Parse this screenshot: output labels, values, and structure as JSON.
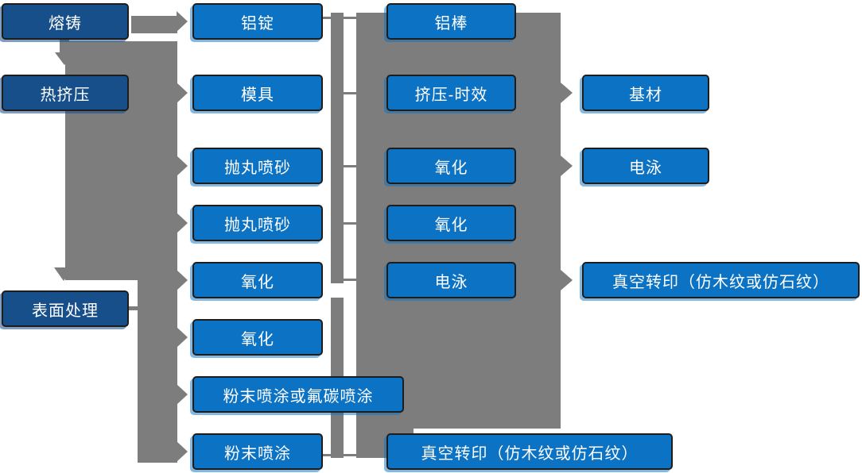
{
  "diagram_title": "",
  "colors": {
    "stage_box": "#174f8a",
    "process_box": "#0c72c4",
    "connector_gray": "#7d7d7d",
    "box_border": "#1d1d1d",
    "box_text": "#ffffff",
    "background": "#ffffff"
  },
  "nodes": [
    {
      "id": "melt",
      "label": "熔铸",
      "variant": "dark",
      "column": 1
    },
    {
      "id": "hot_ext",
      "label": "热挤压",
      "variant": "dark",
      "column": 1
    },
    {
      "id": "surface",
      "label": "表面处理",
      "variant": "dark",
      "column": 1
    },
    {
      "id": "ingot",
      "label": "铝锭",
      "variant": "light",
      "column": 2
    },
    {
      "id": "mold",
      "label": "模具",
      "variant": "light",
      "column": 2
    },
    {
      "id": "blast1",
      "label": "抛丸喷砂",
      "variant": "light",
      "column": 2
    },
    {
      "id": "blast2",
      "label": "抛丸喷砂",
      "variant": "light",
      "column": 2
    },
    {
      "id": "oxid1",
      "label": "氧化",
      "variant": "light",
      "column": 2
    },
    {
      "id": "oxid2",
      "label": "氧化",
      "variant": "light",
      "column": 2
    },
    {
      "id": "powder_fluoro",
      "label": "粉末喷涂或氟碳喷涂",
      "variant": "light",
      "column": 2
    },
    {
      "id": "powder",
      "label": "粉末喷涂",
      "variant": "light",
      "column": 2
    },
    {
      "id": "rod",
      "label": "铝棒",
      "variant": "light",
      "column": 3
    },
    {
      "id": "ext_aging",
      "label": "挤压-时效",
      "variant": "light",
      "column": 3
    },
    {
      "id": "oxid3",
      "label": "氧化",
      "variant": "light",
      "column": 3
    },
    {
      "id": "oxid4",
      "label": "氧化",
      "variant": "light",
      "column": 3
    },
    {
      "id": "edp1",
      "label": "电泳",
      "variant": "light",
      "column": 3
    },
    {
      "id": "vac_print_bottom",
      "label": "真空转印（仿木纹或仿石纹）",
      "variant": "light",
      "column": 3
    },
    {
      "id": "base",
      "label": "基材",
      "variant": "light",
      "column": 4
    },
    {
      "id": "edp2",
      "label": "电泳",
      "variant": "light",
      "column": 4
    },
    {
      "id": "vac_print_right",
      "label": "真空转印（仿木纹或仿石纹）",
      "variant": "light",
      "column": 4
    }
  ],
  "edges": [
    {
      "from": "melt",
      "to": "hot_ext",
      "style": "arrow"
    },
    {
      "from": "hot_ext",
      "to": "surface",
      "style": "arrow"
    },
    {
      "from": "stages_trunk",
      "to": "ingot",
      "style": "arrow"
    },
    {
      "from": "stages_trunk",
      "to": "mold",
      "style": "arrow"
    },
    {
      "from": "stages_trunk",
      "to": "blast1",
      "style": "arrow"
    },
    {
      "from": "stages_trunk",
      "to": "blast2",
      "style": "arrow"
    },
    {
      "from": "stages_trunk",
      "to": "oxid1",
      "style": "arrow"
    },
    {
      "from": "stages_trunk",
      "to": "oxid2",
      "style": "arrow"
    },
    {
      "from": "stages_trunk",
      "to": "powder_fluoro",
      "style": "arrow"
    },
    {
      "from": "stages_trunk",
      "to": "powder",
      "style": "arrow"
    },
    {
      "from": "ingot",
      "to": "process_block",
      "style": "line"
    },
    {
      "from": "mold",
      "to": "process_block",
      "style": "line"
    },
    {
      "from": "blast1",
      "to": "process_block",
      "style": "line"
    },
    {
      "from": "blast2",
      "to": "process_block",
      "style": "line"
    },
    {
      "from": "oxid1",
      "to": "process_block",
      "style": "line"
    },
    {
      "from": "process_block",
      "to": "base",
      "style": "arrow"
    },
    {
      "from": "process_block",
      "to": "edp2",
      "style": "arrow"
    },
    {
      "from": "process_block",
      "to": "vac_print_right",
      "style": "arrow"
    },
    {
      "from": "powder",
      "to": "vac_print_bottom",
      "style": "line"
    }
  ]
}
